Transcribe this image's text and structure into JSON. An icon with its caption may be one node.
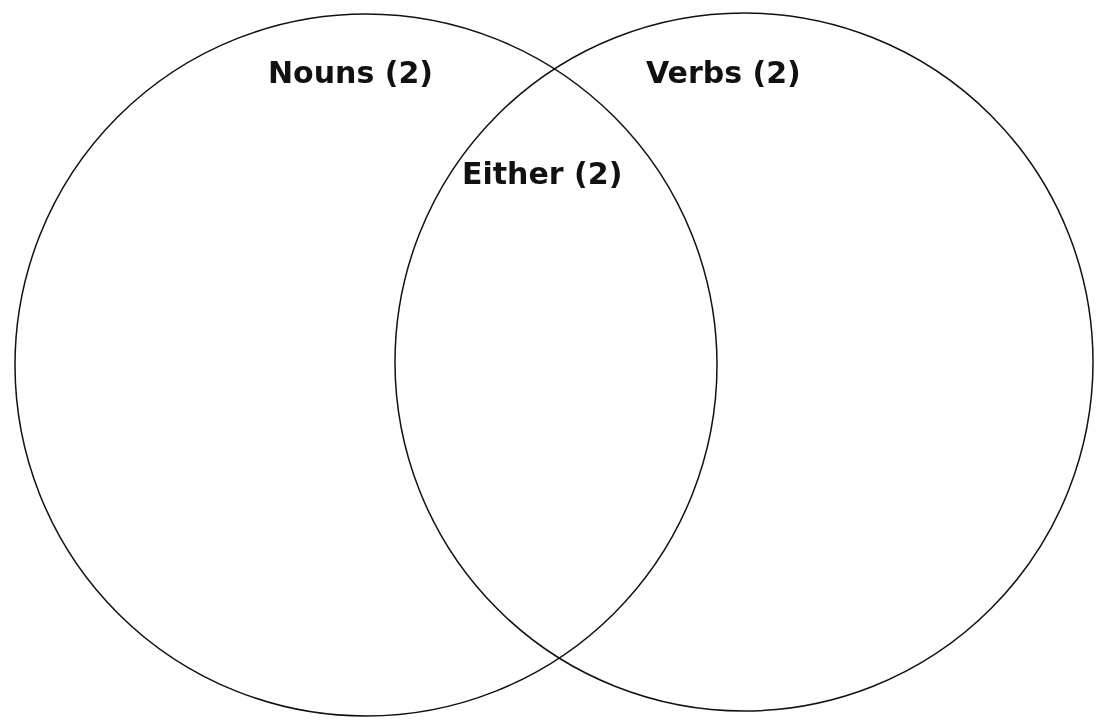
{
  "diagram": {
    "nodes": [
      {
        "text": [
          "Nouns (2)"
        ]
      },
      {
        "text": [
          "Verbs (2)"
        ]
      },
      {
        "text": [
          "Either (2)"
        ]
      }
    ]
  }
}
